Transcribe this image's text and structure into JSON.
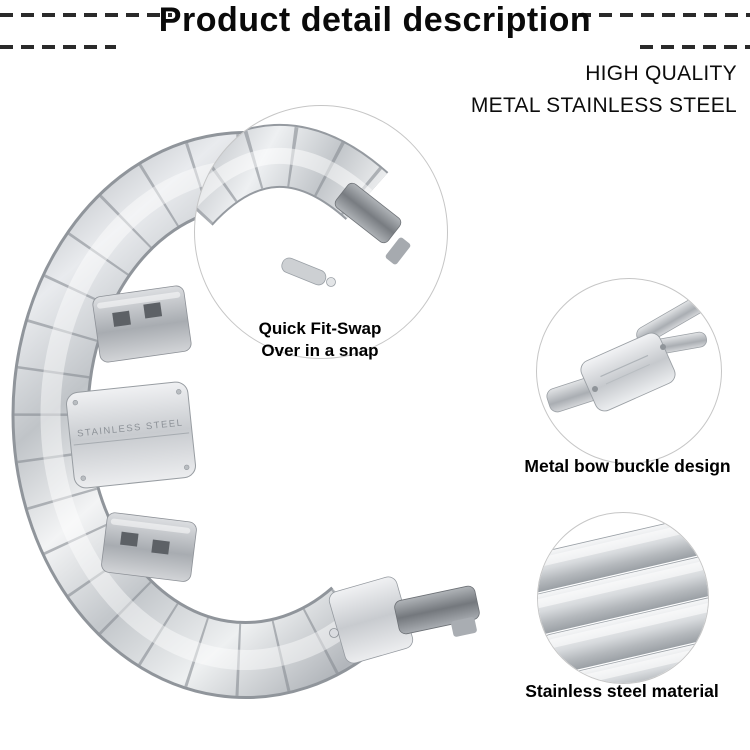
{
  "header": {
    "title": "Product detail description",
    "tagline": {
      "line1": "HIGH QUALITY",
      "line2": "METAL STAINLESS STEEL"
    }
  },
  "product": {
    "description": "silver stainless steel watch band curved in a C shape",
    "engraving": "STAINLESS STEEL"
  },
  "callouts": {
    "fit_swap": {
      "caption_line1": "Quick Fit-Swap",
      "caption_line2": "Over in a snap"
    },
    "buckle": {
      "caption": "Metal bow buckle design"
    },
    "material": {
      "caption": "Stainless steel material"
    }
  },
  "colors": {
    "background": "#ffffff",
    "metal_light": "#f3f4f5",
    "metal_mid": "#c3c7cb",
    "metal_dark": "#90959b",
    "slot_dark": "#5d6166",
    "circle_outline": "#c6c6c6",
    "text": "#000000",
    "engraving_text": "#8d9298"
  }
}
